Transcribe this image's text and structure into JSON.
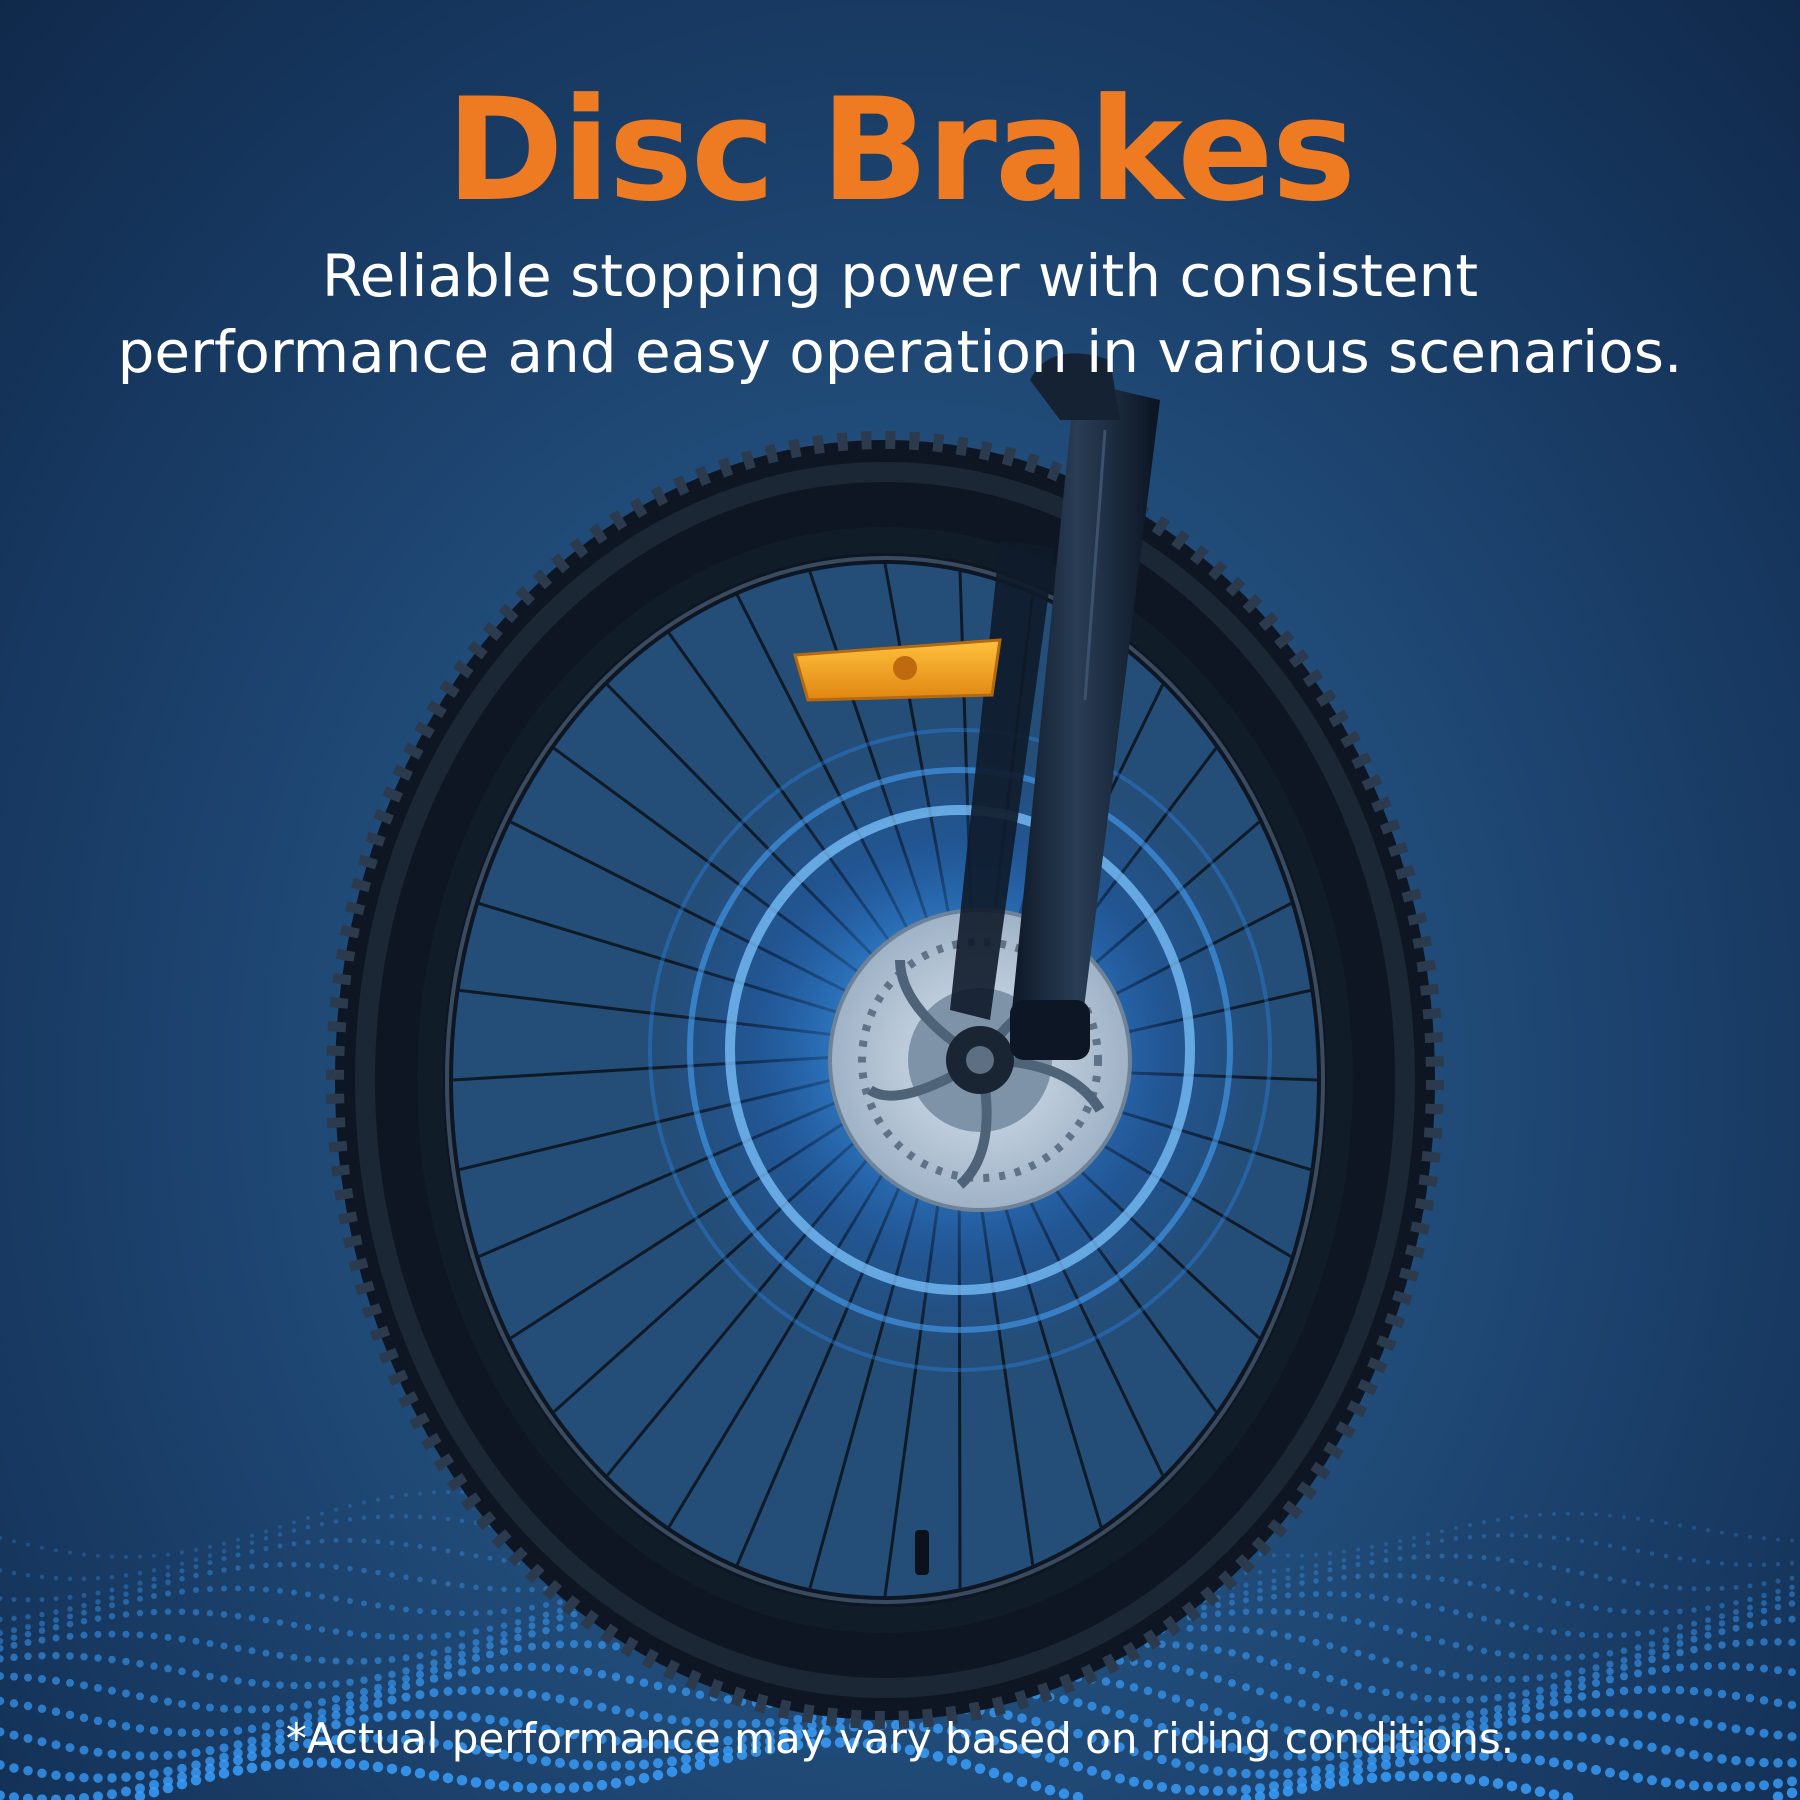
{
  "headline": {
    "title": "Disc Brakes",
    "subtitle_line1": "Reliable stopping power with consistent",
    "subtitle_line2": "performance and easy operation in various scenarios."
  },
  "footnote": {
    "text": "*Actual performance may vary based on riding conditions."
  },
  "colors": {
    "title": "#ee7a22",
    "text": "#ffffff",
    "background": "#1f4a77",
    "glow": "#3aa0ff",
    "reflector": "#f2a21d"
  },
  "icons": {
    "product": "bicycle-front-wheel",
    "rotor": "disc-brake-rotor",
    "reflector": "spoke-reflector"
  }
}
